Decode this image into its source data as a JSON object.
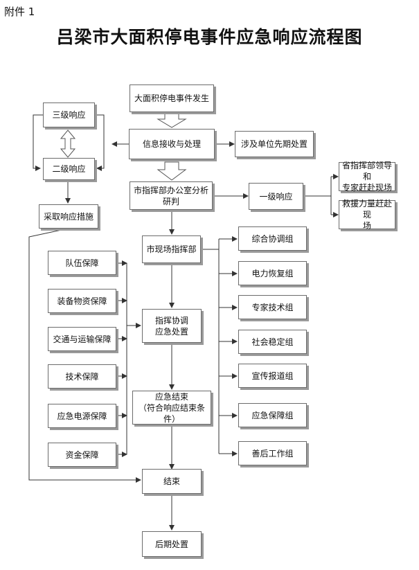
{
  "header": {
    "attachment": "附件 1",
    "title": "吕梁市大面积停电事件应急响应流程图"
  },
  "nodes": {
    "event_occurs": "大面积停电事件发生",
    "info_receive": "信息接收与处理",
    "unit_initial": "涉及单位先期处置",
    "office_analysis": "市指挥部办公室分析研判",
    "level1": "一级响应",
    "provincial_leader": "省指挥部领导和\n专家赶赴现场",
    "rescue_force": "救援力量赶赴现\n场",
    "level3": "三级响应",
    "level2": "二级响应",
    "take_measures": "采取响应措施",
    "site_command": "市现场指挥部",
    "command_coord": "指挥协调\n应急处置",
    "response_end": "应急结束\n（符合响应结束条件）",
    "finish": "结束",
    "aftermath": "后期处置"
  },
  "support_items": [
    "队伍保障",
    "装备物资保障",
    "交通与运输保障",
    "技术保障",
    "应急电源保障",
    "资金保障"
  ],
  "groups": [
    "综合协调组",
    "电力恢复组",
    "专家技术组",
    "社会稳定组",
    "宣传报道组",
    "应急保障组",
    "善后工作组"
  ]
}
